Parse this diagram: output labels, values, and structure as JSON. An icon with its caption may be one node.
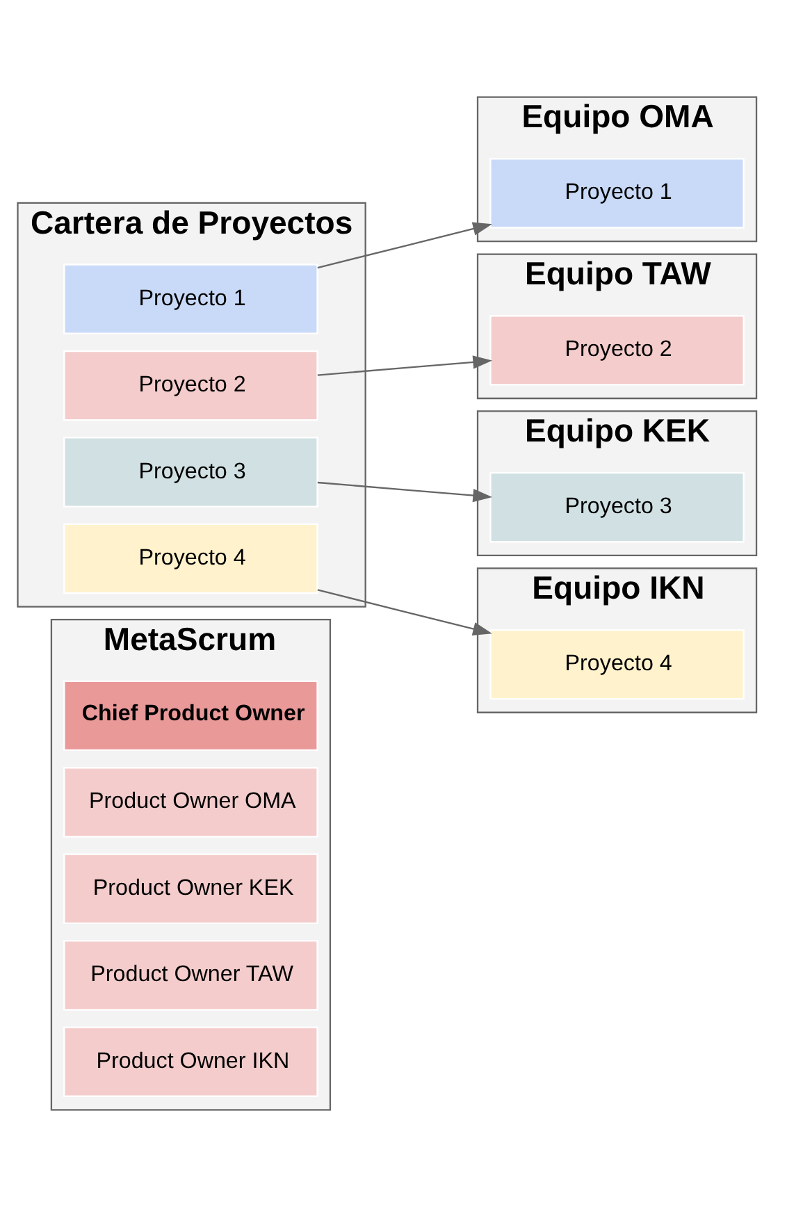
{
  "diagram": {
    "nodes": [
      {
        "text": [
          "MetaScrum"
        ]
      },
      {
        "text": [
          "Chief Product Owner"
        ],
        "in": 0
      },
      {
        "text": [
          "Product Owner OMA"
        ],
        "in": 0
      },
      {
        "text": [
          "Product Owner KEK"
        ],
        "in": 0
      },
      {
        "text": [
          "Product Owner TAW"
        ],
        "in": 0
      },
      {
        "text": [
          "Product Owner IKN"
        ],
        "in": 0
      },
      {
        "text": [
          "Cartera de Proyectos"
        ]
      },
      {
        "text": [
          "Proyecto 1"
        ],
        "in": 6
      },
      {
        "text": [
          "Proyecto 2"
        ],
        "in": 6
      },
      {
        "text": [
          "Proyecto 3"
        ],
        "in": 6
      },
      {
        "text": [
          "Proyecto 4"
        ],
        "in": 6
      },
      {
        "text": [
          "Equipo OMA"
        ]
      },
      {
        "text": [
          "Proyecto 1"
        ],
        "in": 11
      },
      {
        "text": [
          "Equipo TAW"
        ]
      },
      {
        "text": [
          "Proyecto 2"
        ],
        "in": 13
      },
      {
        "text": [
          "Equipo KEK"
        ]
      },
      {
        "text": [
          "Proyecto 3"
        ],
        "in": 15
      },
      {
        "text": [
          "Equipo IKN"
        ]
      },
      {
        "text": [
          "Proyecto 4"
        ],
        "in": 17
      }
    ],
    "edges": [
      {
        "from": 7,
        "to": 12,
        "arrow": "to"
      },
      {
        "from": 8,
        "to": 14,
        "arrow": "to"
      },
      {
        "from": 9,
        "to": 16,
        "arrow": "to"
      },
      {
        "from": 10,
        "to": 18,
        "arrow": "to"
      }
    ]
  }
}
